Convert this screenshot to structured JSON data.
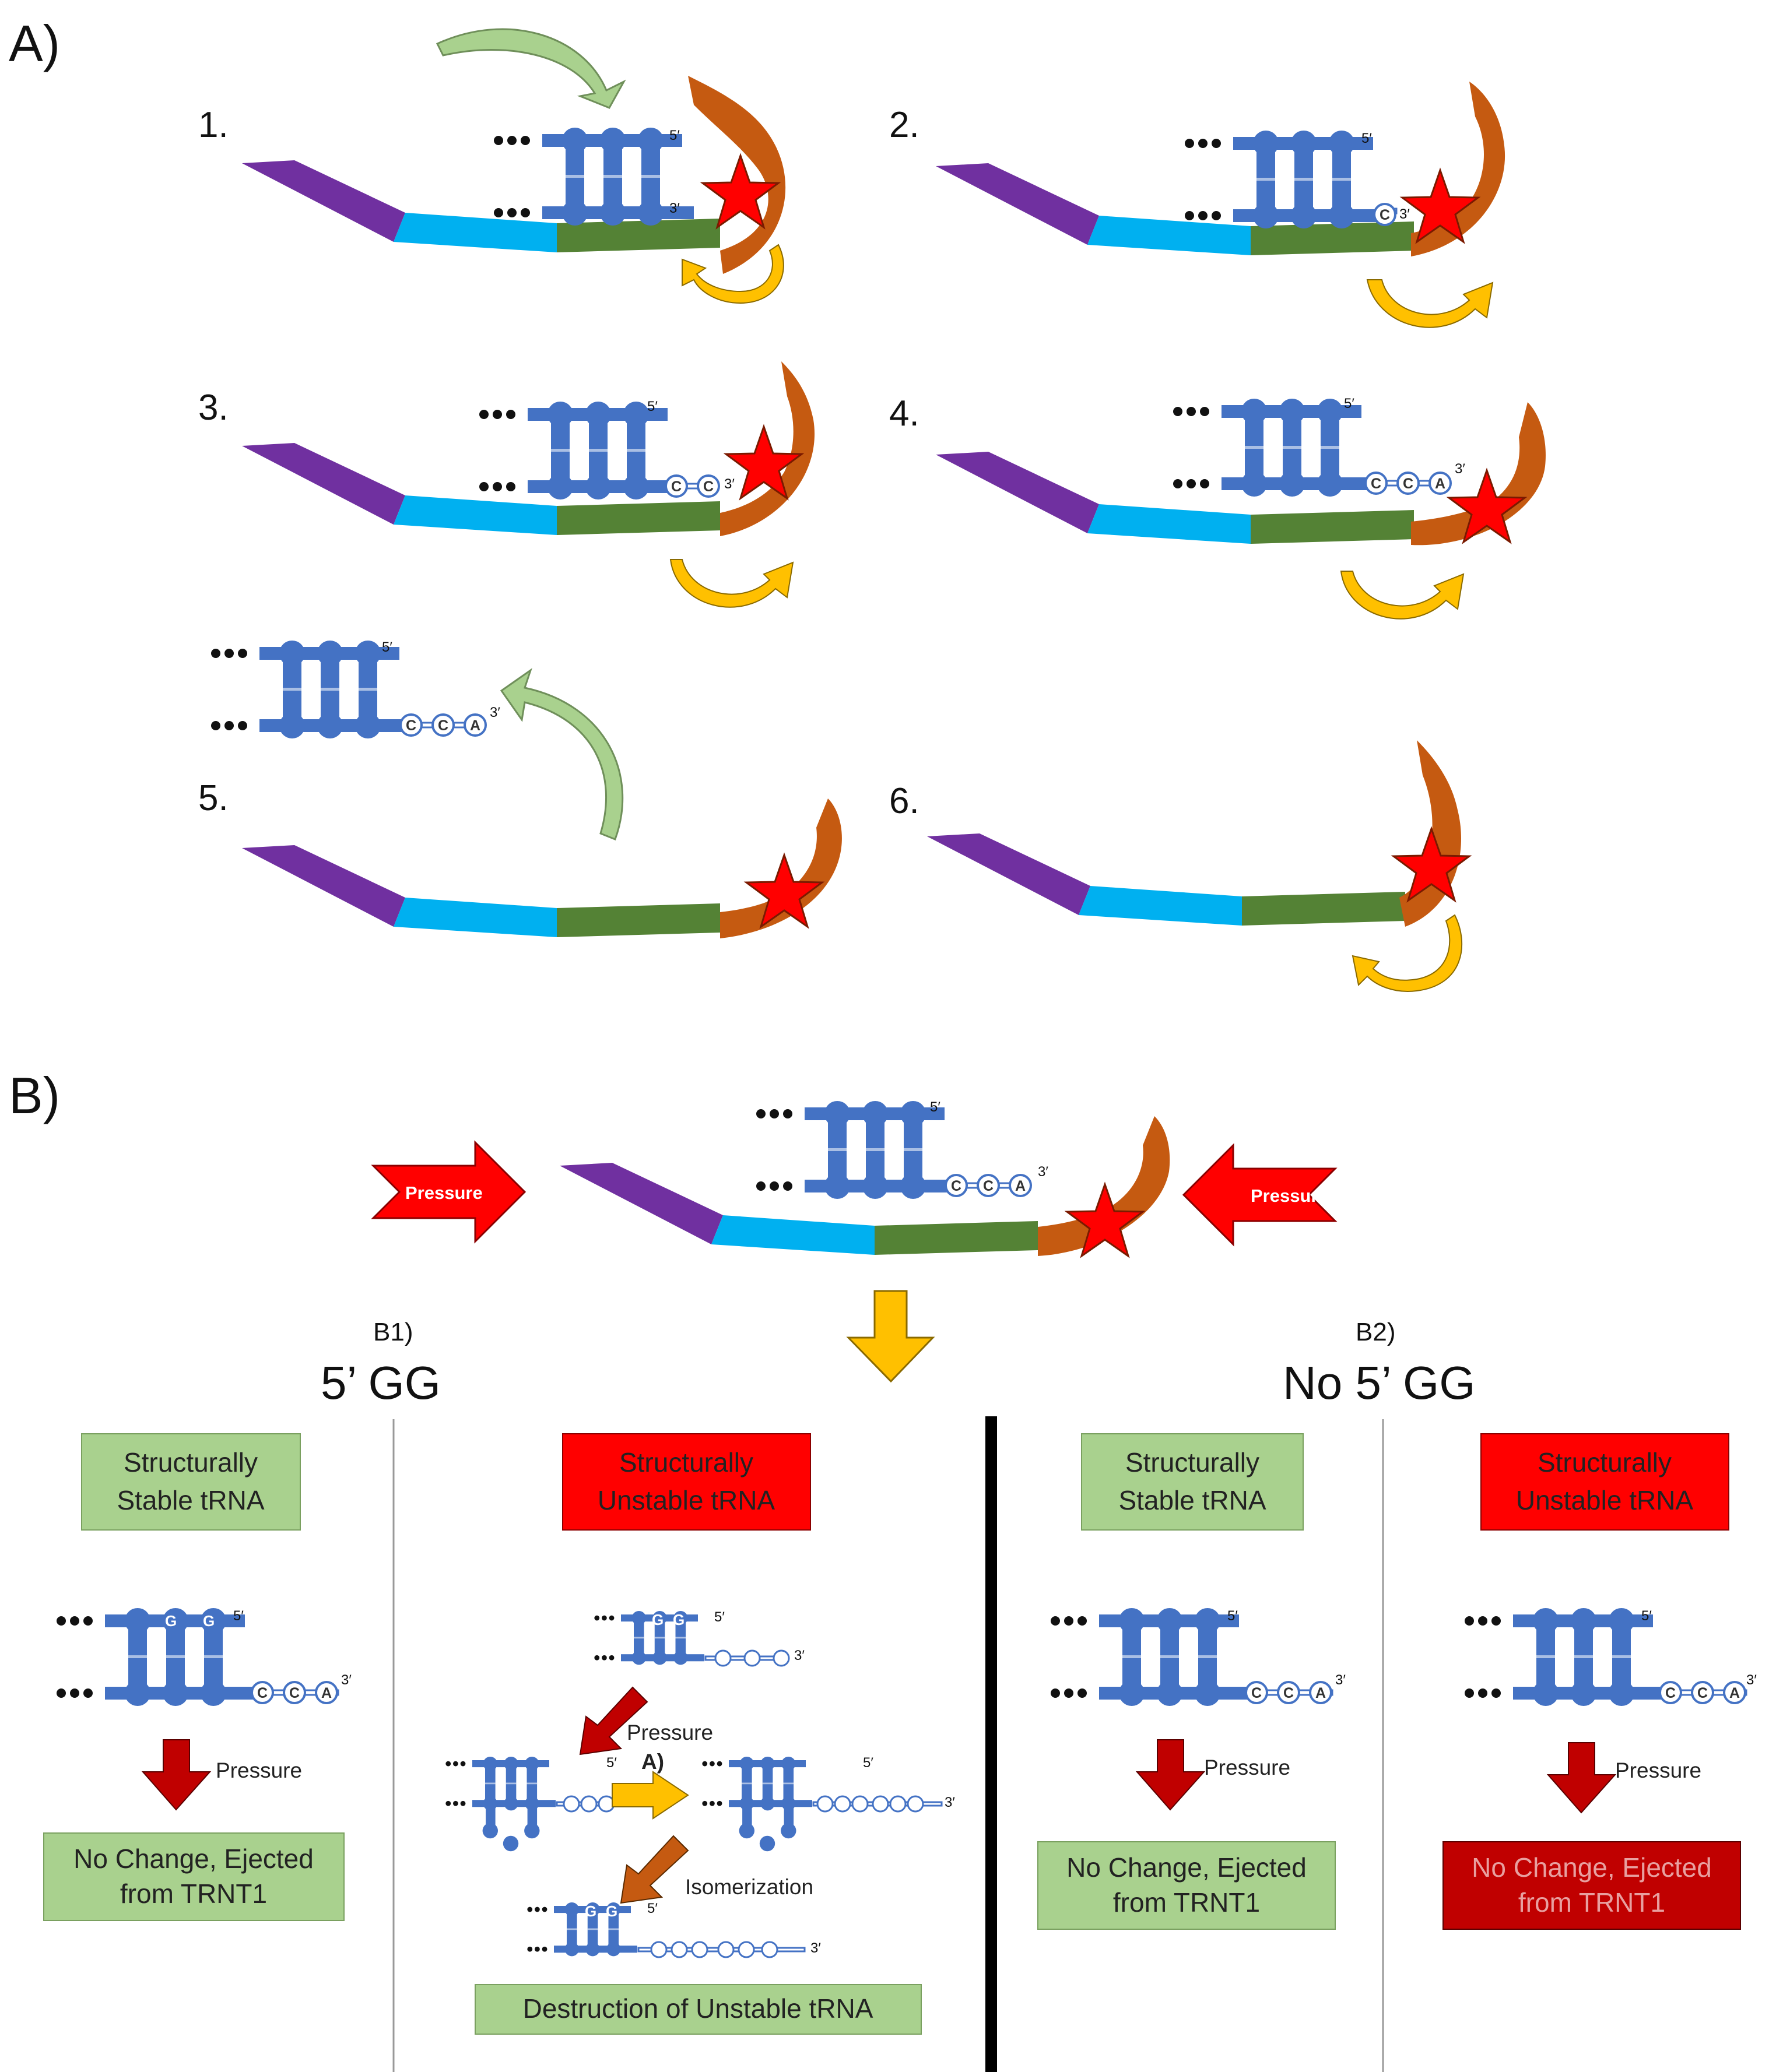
{
  "panels": {
    "a_label": "A)",
    "b_label": "B)",
    "steps": [
      "1.",
      "2.",
      "3.",
      "4.",
      "5.",
      "6."
    ]
  },
  "nucleotides": {
    "c": "C",
    "a": "A",
    "g": "G",
    "five_prime": "5′",
    "three_prime": "3′"
  },
  "top_pressure": {
    "left": "Pressure",
    "right": "Pressure"
  },
  "b1": {
    "tag": "B1)",
    "title": "5’ GG",
    "stable": {
      "box": [
        "Structurally",
        "Stable tRNA"
      ],
      "arrow_label": "Pressure",
      "result": [
        "No Change, Ejected",
        "from TRNT1"
      ]
    },
    "unstable": {
      "box": [
        "Structurally",
        "Unstable tRNA"
      ],
      "pressure_label": "Pressure",
      "step_a_label": "A)",
      "isomerization_label": "Isomerization",
      "result": "Destruction of Unstable tRNA"
    }
  },
  "b2": {
    "tag": "B2)",
    "title": "No 5’ GG",
    "stable": {
      "box": [
        "Structurally",
        "Stable tRNA"
      ],
      "arrow_label": "Pressure",
      "result": [
        "No Change, Ejected",
        "from TRNT1"
      ]
    },
    "unstable": {
      "box": [
        "Structurally",
        "Unstable tRNA"
      ],
      "arrow_label": "Pressure",
      "result": [
        "No Change, Ejected",
        "from TRNT1"
      ]
    }
  },
  "colors": {
    "purple": "#7030a0",
    "cyan": "#00b0f0",
    "green": "#548235",
    "orange": "#c55a11",
    "trna_blue": "#4472c4",
    "star_red": "#ff0000",
    "yellow_arrow": "#ffc000",
    "light_green_arrow": "#a9d18e",
    "green_box": "#a9d18e",
    "red_box": "#ff0000",
    "dark_red_box": "#c00000",
    "dark_red_arrow": "#c00000",
    "brown_arrow": "#c55a11"
  }
}
